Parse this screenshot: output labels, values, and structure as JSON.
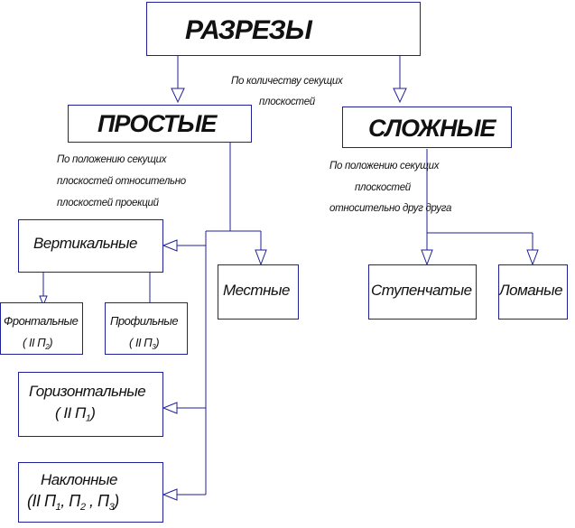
{
  "title": "РАЗРЕЗЫ",
  "note_top": {
    "line1": "По количеству секущих",
    "line2": "плоскостей"
  },
  "simple": {
    "label": "ПРОСТЫЕ",
    "note": {
      "line1": "По положению секущих",
      "line2": "плоскостей относительно",
      "line3": "плоскостей проекций"
    },
    "vertical": {
      "label": "Вертикальные",
      "frontal": {
        "label": "Фронтальные",
        "rel": "( II П",
        "sub": "2",
        "close": ")"
      },
      "profile": {
        "label": "Профильные",
        "rel": "( II П",
        "sub": "3",
        "close": ")"
      }
    },
    "horizontal": {
      "label": "Горизонтальные",
      "rel": "( II П",
      "sub": "1",
      "close": ")"
    },
    "inclined": {
      "label": "Наклонные",
      "rel_open": "(II П",
      "sub1": "1",
      "sep1": ", П",
      "sub2": "2",
      "sep2": " , П",
      "sub3": "3",
      "close": ")"
    },
    "local": {
      "label": "Местные"
    }
  },
  "complex": {
    "label": "СЛОЖНЫЕ",
    "note": {
      "line1": "По положению секущих",
      "line2": "плоскостей",
      "line3": "относительно друг друга"
    },
    "stepped": {
      "label": "Ступенчатые"
    },
    "broken": {
      "label": "Ломаные"
    }
  },
  "colors": {
    "line": "#1f1f9a",
    "text": "#111111"
  }
}
